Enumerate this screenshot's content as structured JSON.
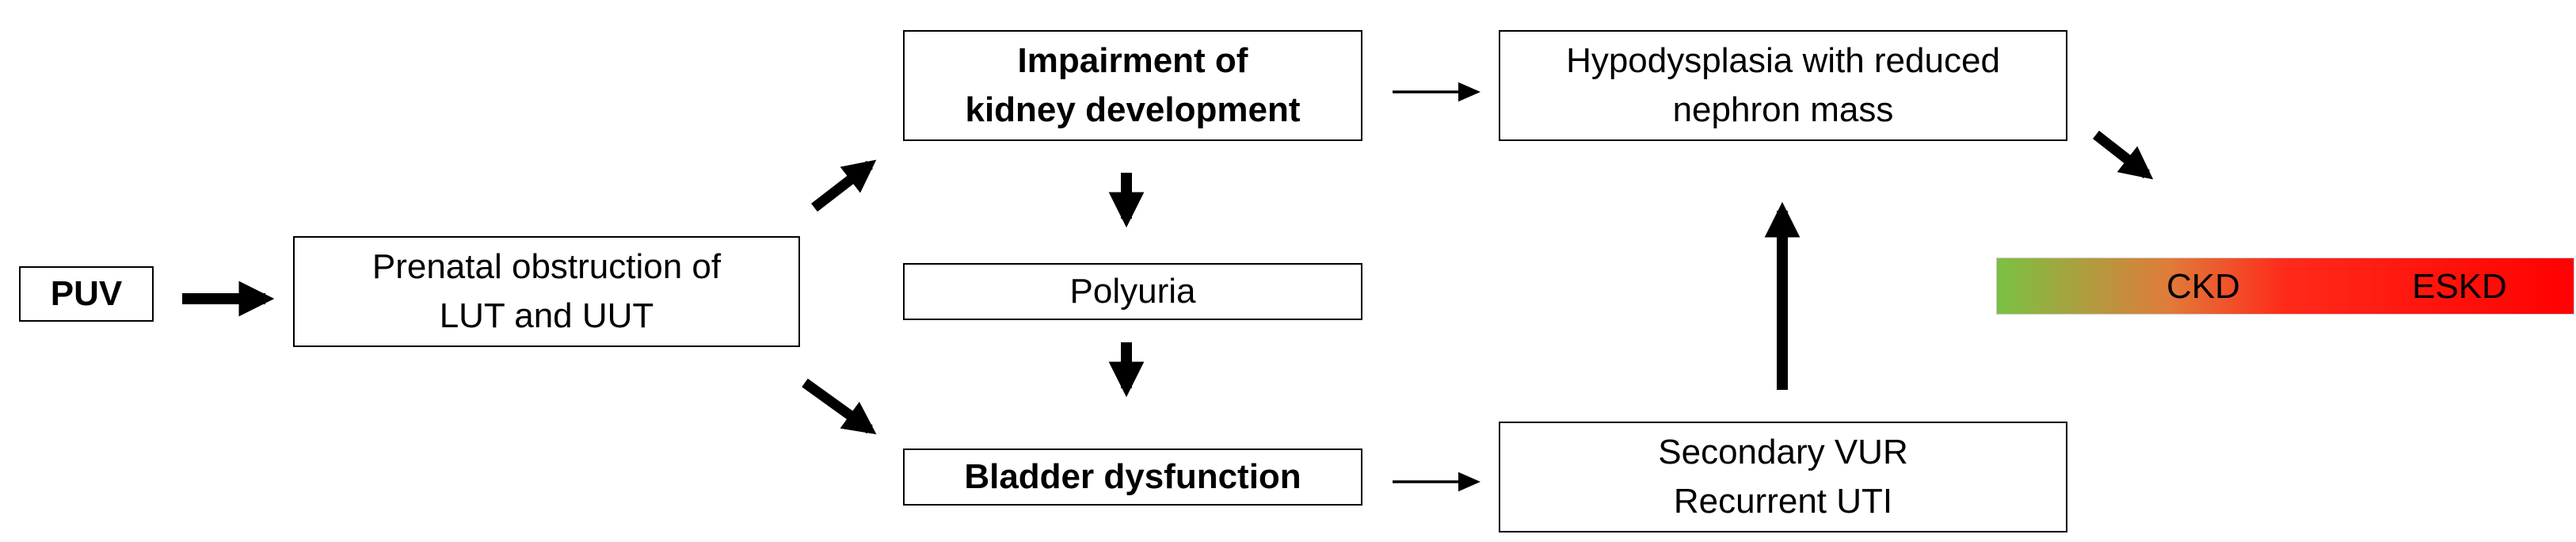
{
  "nodes": {
    "puv": {
      "label": "PUV"
    },
    "prenatal": {
      "line1": "Prenatal obstruction of",
      "line2": "LUT and UUT"
    },
    "impairment": {
      "line1": "Impairment of",
      "line2": "kidney development"
    },
    "polyuria": {
      "label": "Polyuria"
    },
    "bladder": {
      "label": "Bladder dysfunction"
    },
    "hypodysplasia": {
      "line1": "Hypodysplasia with reduced",
      "line2": "nephron mass"
    },
    "secondary": {
      "line1": "Secondary VUR",
      "line2": "Recurrent UTI"
    }
  },
  "progression_bar": {
    "ckd_label": "CKD",
    "eskd_label": "ESKD",
    "colors": {
      "start": "#7ac143",
      "mid": "#e07b3a",
      "red": "#ff2a1a",
      "end": "#ff0000"
    }
  },
  "colors": {
    "line": "#000000",
    "box_border": "#000000",
    "background": "#ffffff"
  }
}
